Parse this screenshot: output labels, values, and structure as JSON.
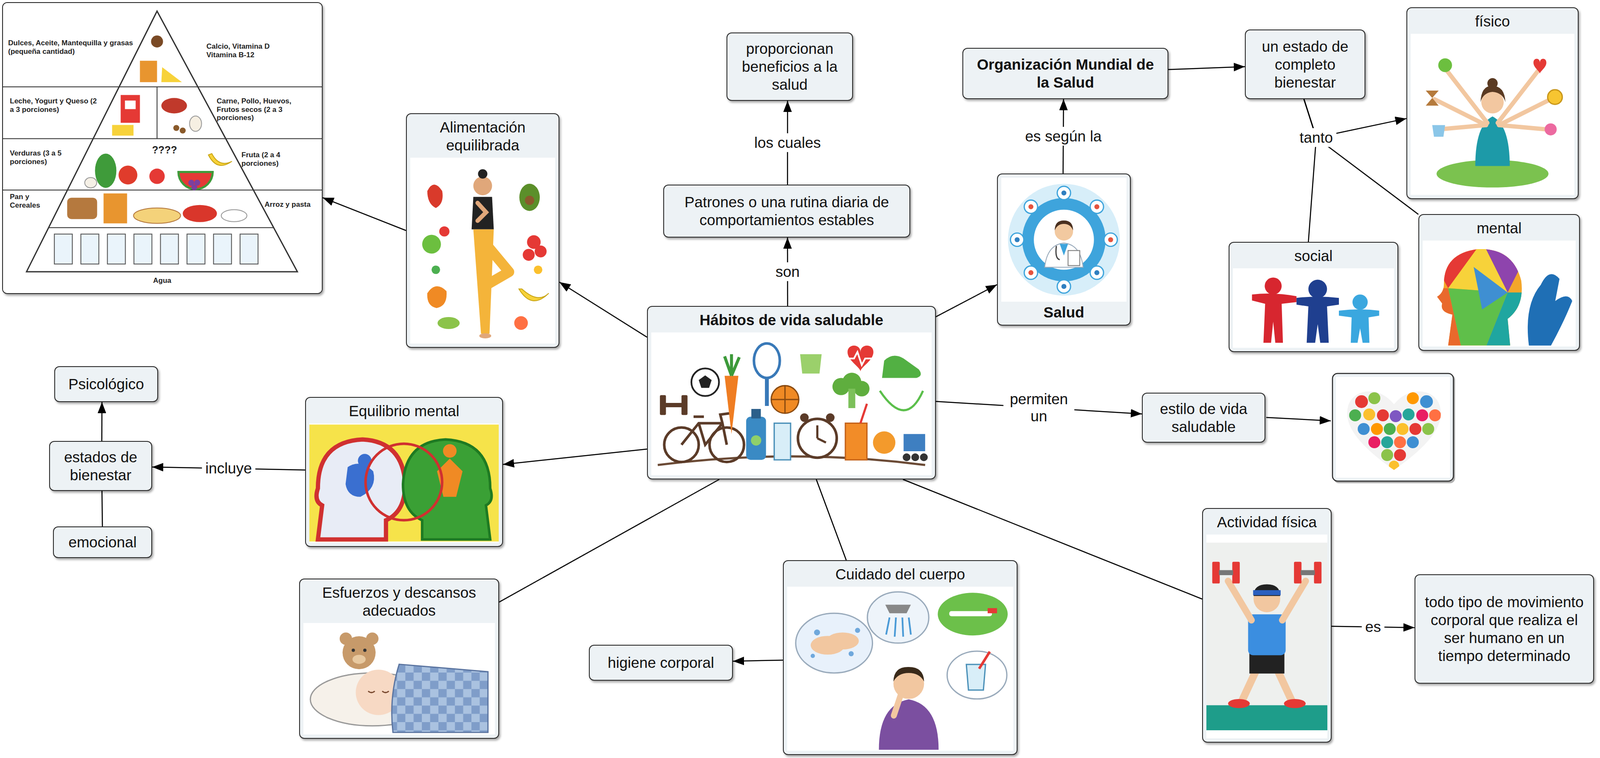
{
  "diagram": {
    "nodes": [
      {
        "text": [
          "Hábitos de vida saludable"
        ]
      },
      {
        "text": [
          "Patrones o una rutina diaria de comportamientos estables"
        ]
      },
      {
        "text": [
          "proporcionan beneficios a la salud"
        ]
      },
      {
        "text": [
          "Salud"
        ]
      },
      {
        "text": [
          "Organización Mundial de la Salud"
        ]
      },
      {
        "text": [
          "un estado de completo bienestar"
        ]
      },
      {
        "text": [
          "físico"
        ]
      },
      {
        "text": [
          "social"
        ]
      },
      {
        "text": [
          "mental"
        ]
      },
      {
        "text": [
          "estilo de vida saludable"
        ]
      },
      {
        "text": [
          "Actividad física"
        ]
      },
      {
        "text": [
          "todo tipo de movimiento corporal que realiza el ser humano en un tiempo determinado"
        ]
      },
      {
        "text": [
          "Cuidado del cuerpo"
        ]
      },
      {
        "text": [
          "higiene corporal"
        ]
      },
      {
        "text": [
          "Esfuerzos y descansos adecuados"
        ]
      },
      {
        "text": [
          "Equilibrio mental"
        ]
      },
      {
        "text": [
          "estados de bienestar"
        ]
      },
      {
        "text": [
          "Psicológico"
        ]
      },
      {
        "text": [
          "emocional"
        ]
      },
      {
        "text": [
          "Alimentación equilibrada"
        ]
      },
      {
        "text": [
          "Dulces, Aceite, Mantequilla y grasas (pequeña cantidad)",
          "Calcio, Vitamina D Vitamina B-12",
          "Leche, Yogurt y Queso (2 a 3 porciones)",
          "Carne, Pollo, Huevos, Frutos secos (2 a 3 porciones)",
          "Verduras (3 a 5 porciones)",
          "????",
          "Fruta (2 a 4 porciones)",
          "Pan y Cereales",
          "Arroz y pasta",
          "Agua"
        ]
      }
    ],
    "edges": [
      {
        "from": 0,
        "to": 1,
        "label": "son",
        "arrow": "to"
      },
      {
        "from": 1,
        "to": 2,
        "label": "los cuales",
        "arrow": "to"
      },
      {
        "from": 0,
        "to": 3,
        "arrow": "to"
      },
      {
        "from": 3,
        "to": 4,
        "label": "es según la",
        "arrow": "to"
      },
      {
        "from": 4,
        "to": 5,
        "arrow": "to"
      },
      {
        "from": 5,
        "to": 6,
        "label": "tanto",
        "arrow": "to"
      },
      {
        "from": 5,
        "to": 7,
        "arrow": "none"
      },
      {
        "from": 5,
        "to": 8,
        "arrow": "none"
      },
      {
        "from": 0,
        "to": 9,
        "label": "permiten un",
        "arrow": "to"
      },
      {
        "from": 0,
        "to": 10,
        "arrow": "none"
      },
      {
        "from": 10,
        "to": 11,
        "label": "es",
        "arrow": "to"
      },
      {
        "from": 0,
        "to": 12,
        "arrow": "none"
      },
      {
        "from": 12,
        "to": 13,
        "arrow": "to"
      },
      {
        "from": 0,
        "to": 14,
        "arrow": "none"
      },
      {
        "from": 0,
        "to": 15,
        "arrow": "to"
      },
      {
        "from": 15,
        "to": 16,
        "label": "incluye",
        "arrow": "to"
      },
      {
        "from": 16,
        "to": 17,
        "arrow": "to"
      },
      {
        "from": 16,
        "to": 18,
        "arrow": "none"
      },
      {
        "from": 0,
        "to": 19,
        "arrow": "to"
      },
      {
        "from": 19,
        "to": 20,
        "arrow": "to"
      }
    ]
  }
}
